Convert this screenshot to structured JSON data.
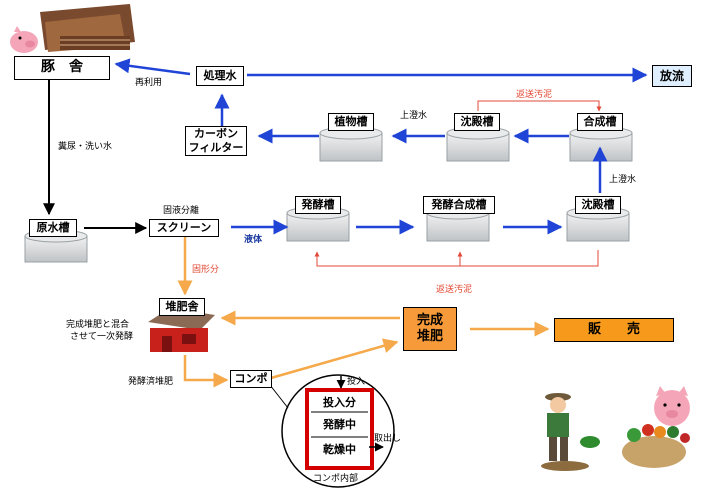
{
  "boxes": {
    "pig_barn": "豚　舎",
    "treated_water": "処理水",
    "discharge": "放流",
    "carbon_filter_line1": "カーボン",
    "carbon_filter_line2": "フィルター",
    "plant_tank": "植物槽",
    "settling_tank_top": "沈殿槽",
    "synthesis_tank": "合成槽",
    "raw_water_tank": "原水槽",
    "screen": "スクリーン",
    "fermentation_tank": "発酵槽",
    "fermentation_synthesis_tank": "発酵合成槽",
    "settling_tank_bottom": "沈殿槽",
    "compost_barn": "堆肥舎",
    "finished_compost_line1": "完成",
    "finished_compost_line2": "堆肥",
    "sales": "販　　売",
    "compo": "コンポ"
  },
  "labels": {
    "reuse": "再利用",
    "manure_wash_water": "糞尿・洗い水",
    "supernatant_top": "上澄水",
    "supernatant_right": "上澄水",
    "return_sludge_top": "返送汚泥",
    "return_sludge_bottom": "返送汚泥",
    "solid_liquid_separation": "固液分離",
    "liquid": "液体",
    "solid": "固形分",
    "mix_line1": "完成堆肥と混合",
    "mix_line2": "させて一次発酵",
    "fermented_compost": "発酵済堆肥"
  },
  "compo_inside": {
    "input_arrow_label": "投入",
    "input_section": "投入分",
    "fermenting": "発酵中",
    "drying": "乾燥中",
    "take_out": "取出し",
    "caption": "コンポ内部"
  },
  "colors": {
    "blue_arrow": "#1f44d6",
    "black_arrow": "#000000",
    "orange_arrow": "#f5a94a",
    "red_line": "#e04a3a",
    "compost_box_fill": "#f79a3a",
    "sales_box_fill": "#f79a1c",
    "compo_frame": "#d40000",
    "barn_roof": "#8a5a3a",
    "compost_barn_fill": "#c8201a"
  }
}
